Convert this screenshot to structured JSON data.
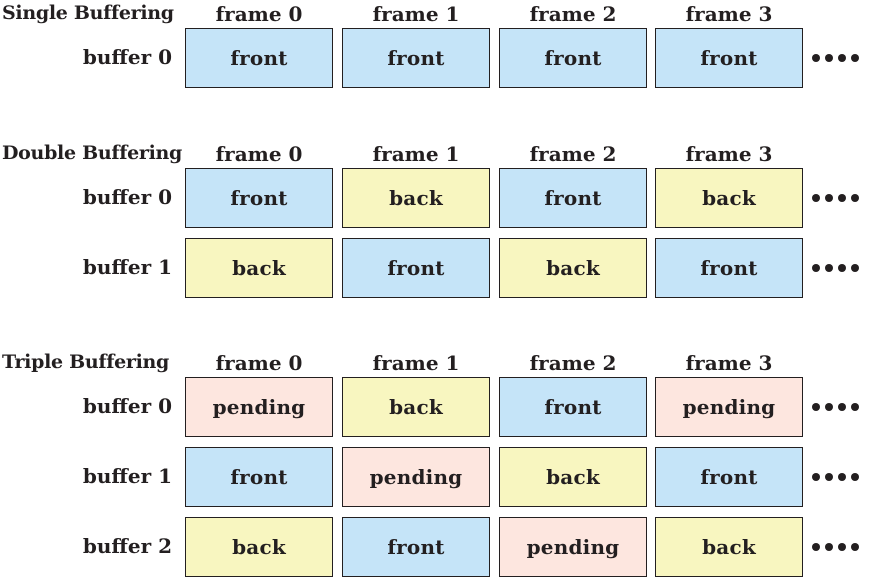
{
  "colors": {
    "front": "#c5e4f8",
    "back": "#f8f6c0",
    "pending": "#fde6df",
    "border": "#231f20",
    "text": "#231f20"
  },
  "sections": [
    {
      "title": "Single Buffering",
      "frames": [
        "frame 0",
        "frame 1",
        "frame 2",
        "frame 3"
      ],
      "rows": [
        {
          "label": "buffer 0",
          "cells": [
            "front",
            "front",
            "front",
            "front"
          ]
        }
      ]
    },
    {
      "title": "Double Buffering",
      "frames": [
        "frame 0",
        "frame 1",
        "frame 2",
        "frame 3"
      ],
      "rows": [
        {
          "label": "buffer 0",
          "cells": [
            "front",
            "back",
            "front",
            "back"
          ]
        },
        {
          "label": "buffer 1",
          "cells": [
            "back",
            "front",
            "back",
            "front"
          ]
        }
      ]
    },
    {
      "title": "Triple Buffering",
      "frames": [
        "frame 0",
        "frame 1",
        "frame 2",
        "frame 3"
      ],
      "rows": [
        {
          "label": "buffer 0",
          "cells": [
            "pending",
            "back",
            "front",
            "pending"
          ]
        },
        {
          "label": "buffer 1",
          "cells": [
            "front",
            "pending",
            "back",
            "front"
          ]
        },
        {
          "label": "buffer 2",
          "cells": [
            "back",
            "front",
            "pending",
            "back"
          ]
        }
      ]
    }
  ]
}
